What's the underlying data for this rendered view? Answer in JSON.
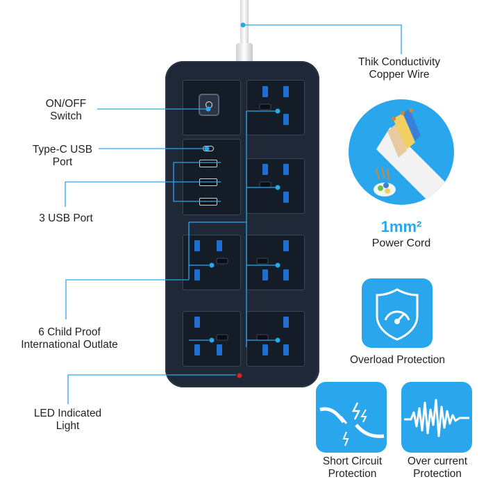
{
  "labels": {
    "wire": [
      "Thik Conductivity",
      "Copper Wire"
    ],
    "switch": [
      "ON/OFF",
      "Switch"
    ],
    "typec": [
      "Type-C USB",
      "Port"
    ],
    "usb": "3 USB Port",
    "outlets": [
      "6 Child Proof",
      "International Outlate"
    ],
    "led": [
      "LED Indicated",
      "Light"
    ]
  },
  "cord": {
    "size": "1mm²",
    "label": "Power Cord"
  },
  "features": [
    {
      "label": [
        "Overload Protection"
      ],
      "icon": "shield-gauge-icon"
    },
    {
      "label": [
        "Short Circuit",
        "Protection"
      ],
      "icon": "broken-wire-spark-icon"
    },
    {
      "label": [
        "Over current",
        "Protection"
      ],
      "icon": "waveform-icon"
    }
  ],
  "colors": {
    "accent": "#2aa6ec",
    "strip": "#1e2836",
    "socket_blue": "#1f6fd1",
    "led_red": "#e02020"
  }
}
